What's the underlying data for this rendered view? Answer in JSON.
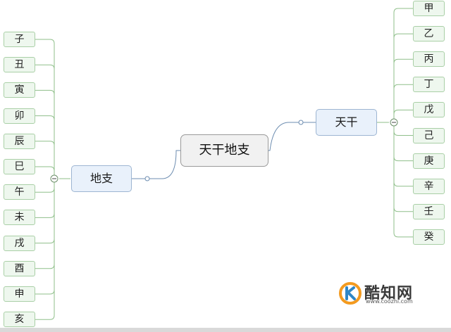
{
  "root": {
    "label": "天干地支"
  },
  "left_branch": {
    "label": "地支",
    "items": [
      "子",
      "丑",
      "寅",
      "卯",
      "辰",
      "巳",
      "午",
      "未",
      "戌",
      "酉",
      "申",
      "亥"
    ]
  },
  "right_branch": {
    "label": "天干",
    "items": [
      "甲",
      "乙",
      "丙",
      "丁",
      "戊",
      "己",
      "庚",
      "辛",
      "壬",
      "癸"
    ]
  },
  "watermark": {
    "text": "酷知网",
    "url": "www.coozhi.com"
  },
  "colors": {
    "connector": "#6c8cb0",
    "leaf_connector": "#8fbf8a",
    "leaf_fill": "#eef7ee",
    "leaf_border": "#a9cfa6",
    "branch_fill": "#e9f1fb",
    "branch_border": "#9db5d2",
    "root_fill": "#f1f1f1",
    "root_border": "#9a9a9a",
    "logo_orange": "#f39a1f",
    "logo_blue": "#2f86c6"
  }
}
